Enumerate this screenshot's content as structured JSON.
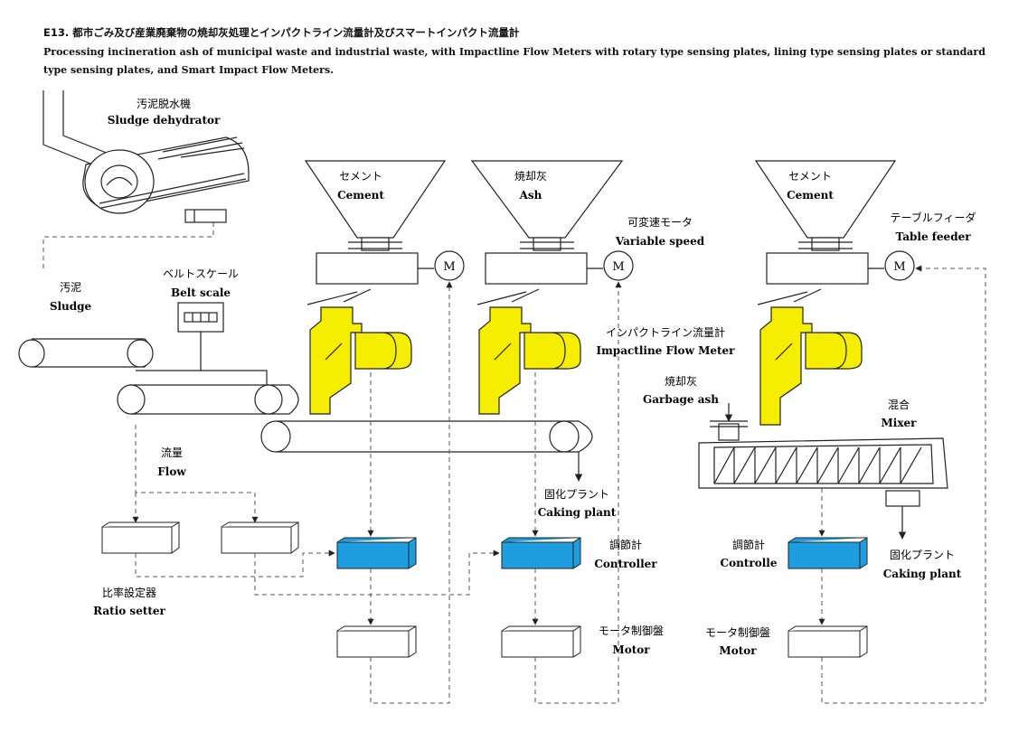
{
  "header": {
    "title": "E13. 都市ごみ及び産業廃棄物の焼却灰処理とインパクトライン流量計及びスマートインパクト流量計",
    "subtitle": "Processing incineration ash of municipal waste and industrial waste, with Impactline Flow Meters with rotary type sensing plates, lining type sensing plates or standard type sensing plates, and Smart Impact Flow Meters."
  },
  "labels": {
    "sludge_dehydrator_jp": "汚泥脱水機",
    "sludge_dehydrator_en": "Sludge dehydrator",
    "sludge_jp": "汚泥",
    "sludge_en": "Sludge",
    "belt_scale_jp": "ベルトスケール",
    "belt_scale_en": "Belt scale",
    "flow_jp": "流量",
    "flow_en": "Flow",
    "ratio_setter_jp": "比率設定器",
    "ratio_setter_en": "Ratio setter",
    "cement1_jp": "セメント",
    "cement1_en": "Cement",
    "ash_jp": "焼却灰",
    "ash_en": "Ash",
    "variable_speed_jp": "可変速モータ",
    "variable_speed_en": "Variable speed",
    "impactline_jp": "インパクトライン流量計",
    "impactline_en": "Impactline Flow Meter",
    "caking_plant1_jp": "固化プラント",
    "caking_plant1_en": "Caking plant",
    "controller1_jp": "調節計",
    "controller1_en": "Controller",
    "motor1_jp": "モータ制御盤",
    "motor1_en": "Motor",
    "cement2_jp": "セメント",
    "cement2_en": "Cement",
    "table_feeder_jp": "テーブルフィーダ",
    "table_feeder_en": "Table feeder",
    "garbage_ash_jp": "焼却灰",
    "garbage_ash_en": "Garbage ash",
    "mixer_jp": "混合",
    "mixer_en": "Mixer",
    "controller2_jp": "調節計",
    "controller2_en": "Controlle",
    "motor2_jp": "モータ制御盤",
    "motor2_en": "Motor",
    "caking_plant2_jp": "固化プラント",
    "caking_plant2_en": "Caking plant",
    "motor_letter": "M"
  },
  "colors": {
    "flow_meter": "#f5ee00",
    "controller": "#1e9ee0",
    "line": "#222222",
    "dashed": "#666666"
  }
}
